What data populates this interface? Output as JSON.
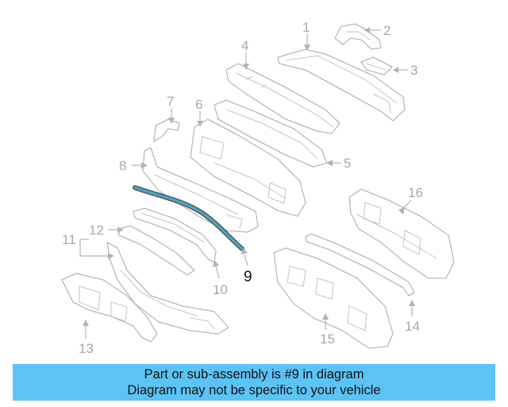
{
  "diagram": {
    "highlight_color": "#4aa6c8",
    "highlighted_part": "9",
    "callouts": {
      "c1": "1",
      "c2": "2",
      "c3": "3",
      "c4": "4",
      "c5": "5",
      "c6": "6",
      "c7": "7",
      "c8": "8",
      "c9": "9",
      "c10": "10",
      "c11": "11",
      "c12": "12",
      "c13": "13",
      "c14": "14",
      "c15": "15",
      "c16": "16"
    }
  },
  "caption": {
    "line1": "Part or sub-assembly is #9 in diagram",
    "line2": "Diagram may not be specific to your vehicle",
    "background": "#5cc3f5"
  }
}
